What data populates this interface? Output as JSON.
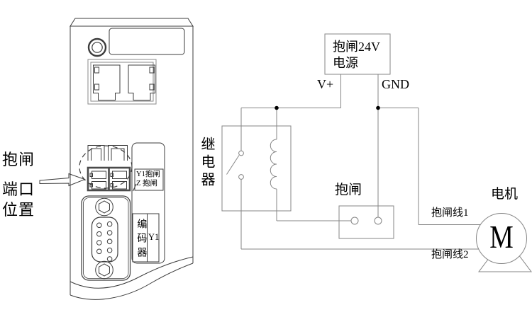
{
  "figure": {
    "device": {
      "port_location_label": [
        "抱闸",
        "端口",
        "位置"
      ],
      "terminal_labels": [
        "Y1抱闸",
        "Z 抱闸"
      ],
      "encoder_label": "编码器",
      "encoder_port_label": "Y1"
    },
    "circuit": {
      "power_supply_label": [
        "抱闸24V",
        "电源"
      ],
      "vplus_label": "V+",
      "gnd_label": "GND",
      "relay_label": "继电器",
      "brake_label": "抱闸",
      "motor_label": "电机",
      "motor_symbol": "M",
      "brake_wire1_label": "抱闸线1",
      "brake_wire2_label": "抱闸线2"
    },
    "colors": {
      "device_line": "#3c3c3c",
      "circuit_line": "#858585",
      "text": "#000000",
      "background": "#ffffff"
    }
  }
}
